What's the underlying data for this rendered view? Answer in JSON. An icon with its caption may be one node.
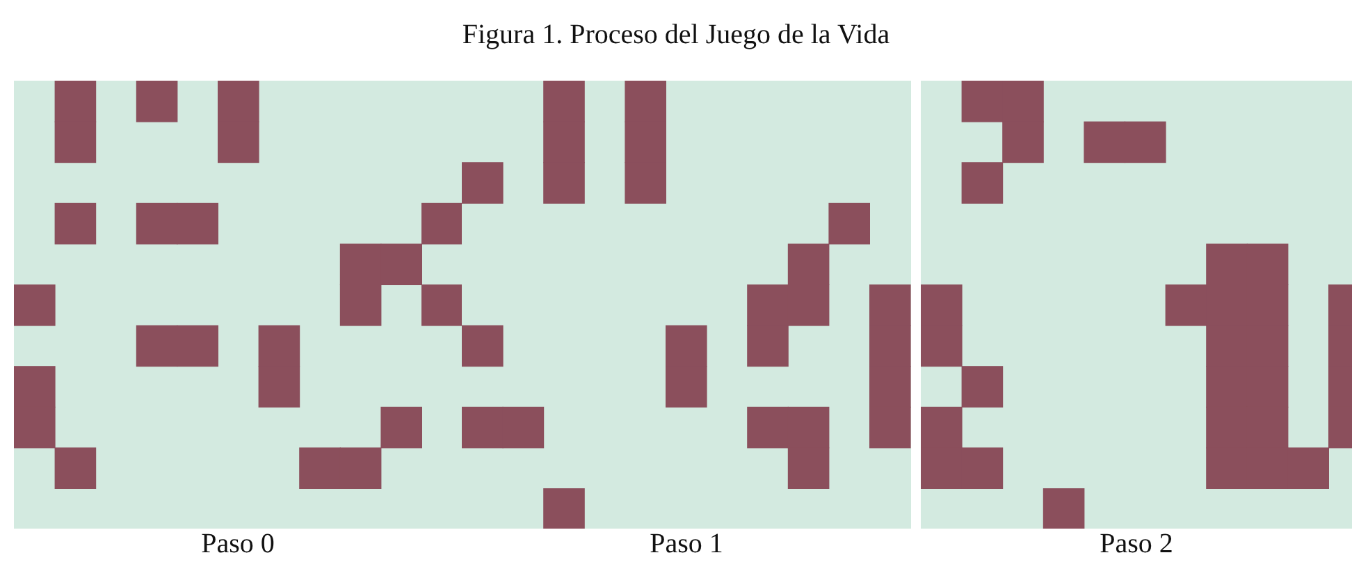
{
  "diagram": {
    "title": "Figura 1. Proceso del Juego de la Vida",
    "labels": [
      "Paso 0",
      "Paso 1",
      "Paso 2"
    ]
  }
}
